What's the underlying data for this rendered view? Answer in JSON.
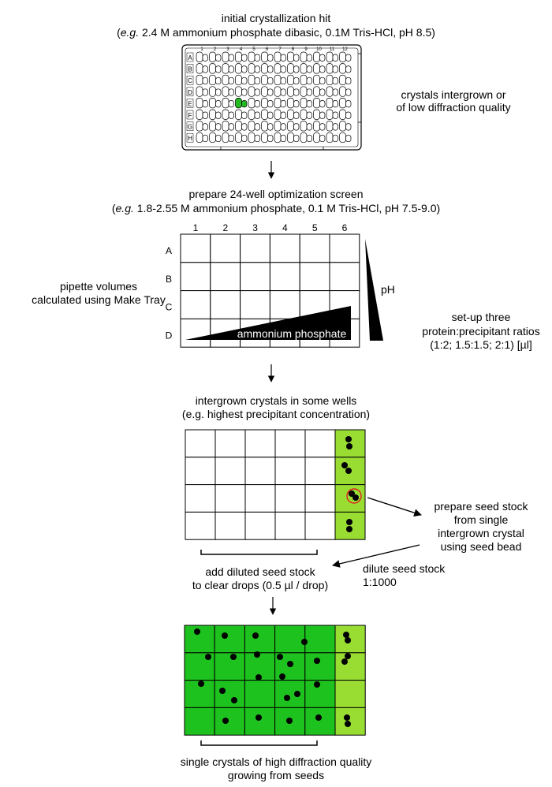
{
  "initial_plate": {
    "title": "initial crystallization hit",
    "example_prefix": "e.g.",
    "example_text": " 2.4 M ammonium phosphate dibasic, 0.1M Tris-HCl, pH 8.5",
    "side_note_line1": "crystals intergrown or",
    "side_note_line2": "of low diffraction quality",
    "rows": [
      "A",
      "B",
      "C",
      "D",
      "E",
      "F",
      "G",
      "H"
    ],
    "cols": [
      "1",
      "2",
      "3",
      "4",
      "5",
      "6",
      "7",
      "8",
      "9",
      "10",
      "11",
      "12"
    ],
    "hit_color": "#22bb22"
  },
  "optimization": {
    "title": "prepare 24-well optimization screen",
    "example_prefix": "e.g.",
    "example_text": " 1.8-2.55 M ammonium phosphate, 0.1 M Tris-HCl, pH 7.5-9.0",
    "cols": [
      "1",
      "2",
      "3",
      "4",
      "5",
      "6"
    ],
    "rows": [
      "A",
      "B",
      "C",
      "D"
    ],
    "gradient_label": "ammonium phosphate",
    "ph_label": "pH",
    "left_note_line1": "pipette volumes",
    "left_note_line2": "calculated using Make Tray",
    "right_note_line1": "set-up three",
    "right_note_line2": "protein:precipitant ratios",
    "right_note_line3": "(1:2; 1.5:1.5; 2:1) [µl]"
  },
  "intergrown": {
    "line1": "intergrown crystals in some wells",
    "line2": "(e.g. highest precipitant concentration)",
    "seed_note_line1": "prepare seed stock",
    "seed_note_line2": "from single",
    "seed_note_line3": "intergrown crystal",
    "seed_note_line4": "using seed bead",
    "dilute_line1": "dilute seed stock",
    "dilute_line2": "1:1000",
    "add_line1": "add diluted seed stock",
    "add_line2": "to clear drops (0.5 µl / drop)",
    "column_color": "#99dd33"
  },
  "final": {
    "line1": "single crystals of high diffraction quality",
    "line2": "growing from seeds",
    "well_color": "#1ec21e",
    "column_color": "#99dd33"
  }
}
